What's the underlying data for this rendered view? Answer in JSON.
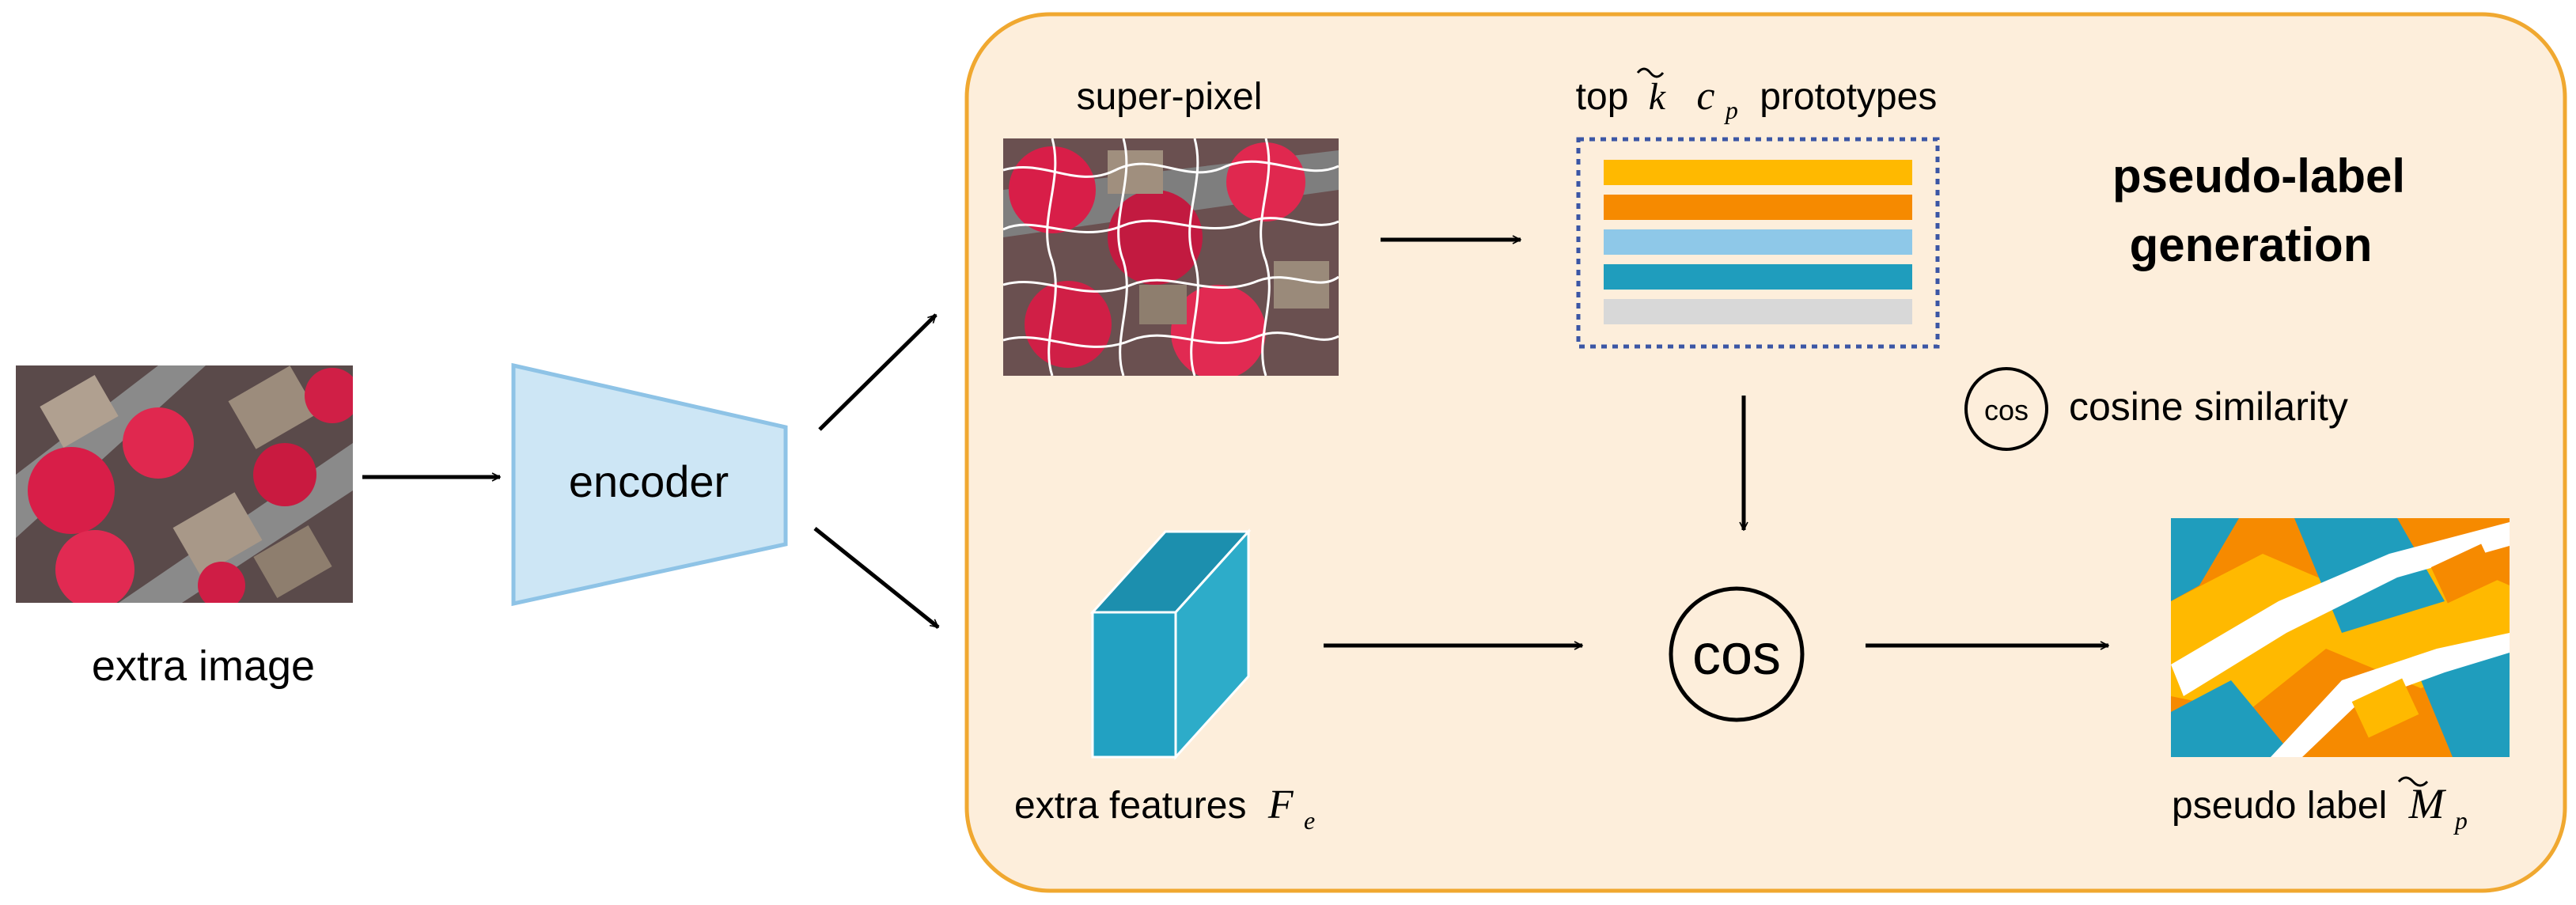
{
  "input": {
    "label": "extra image"
  },
  "encoder": {
    "label": "encoder"
  },
  "panel": {
    "title_line1": "pseudo-label",
    "title_line2": "generation",
    "superpixel": {
      "label": "super-pixel"
    },
    "prototypes": {
      "label_prefix": "top",
      "label_k": "k",
      "label_symbol": "c",
      "label_subscript": "p",
      "label_suffix": "prototypes",
      "bar_colors": [
        "#ffb900",
        "#f68a00",
        "#8ec8e8",
        "#1f9dbd",
        "#d8d8d8"
      ]
    },
    "legend": {
      "icon_text": "cos",
      "label": "cosine similarity"
    },
    "cos_node": {
      "label": "cos"
    },
    "features": {
      "label": "extra features",
      "symbol": "F",
      "subscript": "e"
    },
    "output": {
      "label": "pseudo label",
      "symbol": "M",
      "subscript": "p"
    }
  },
  "colors": {
    "panel_fill": "#fdeedb",
    "panel_border": "#f0a830",
    "encoder_fill": "#cde6f5",
    "encoder_stroke": "#8ec3e6",
    "cube_front": "#22a1c2",
    "cube_top": "#1c8fae",
    "cube_side": "#2dacc9",
    "dotted_border": "#3b56a5"
  }
}
